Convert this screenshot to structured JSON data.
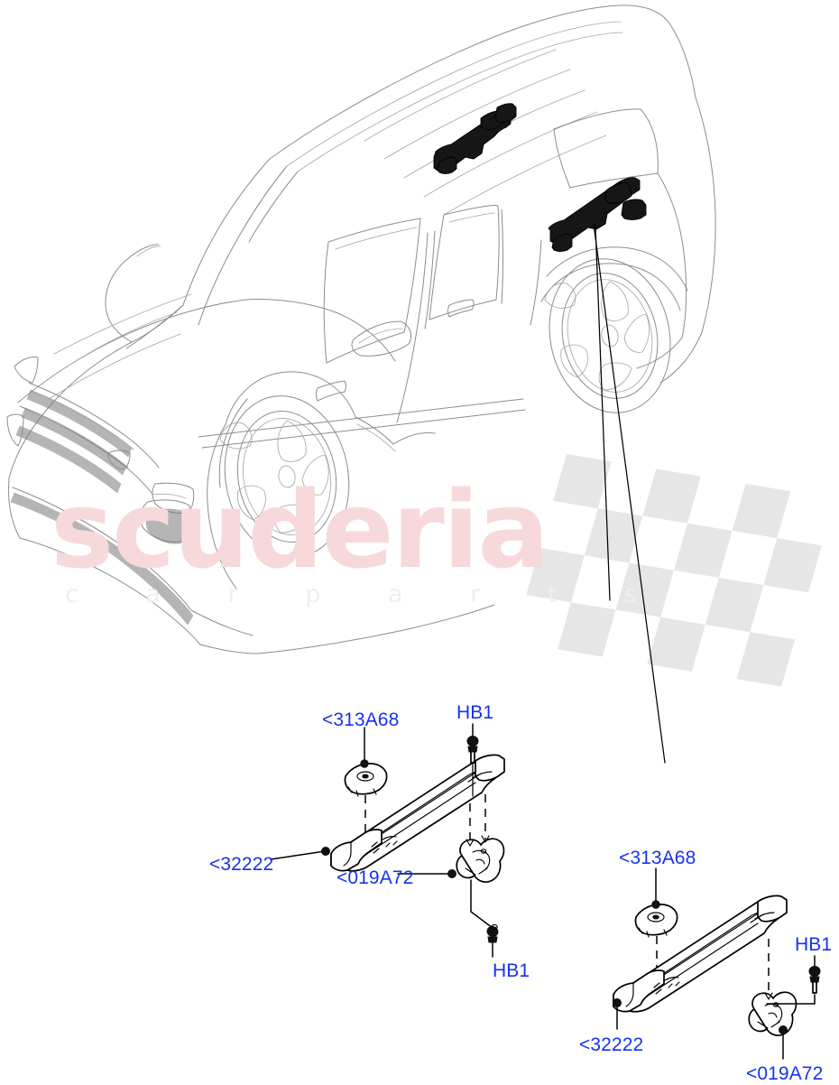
{
  "document": {
    "type": "vehicle-parts-exploded-diagram",
    "subject": "Roof rails / roof rack cross member mounting",
    "line_color": "#8d8d8d",
    "label_color": "#1533ef",
    "background": "#ffffff"
  },
  "watermark": {
    "brand_line1": "scuderia",
    "brand_line2": "c a r   p a r t s",
    "brand_color": "#f7d9dc",
    "sub_color": "#efefef",
    "flag_color": "#e6e6e6",
    "flag_name": "checkered-flag"
  },
  "vehicle": {
    "name": "Land Rover Discovery Sport",
    "view": "front three-quarter",
    "highlighted_parts": [
      "front roof rail assembly",
      "rear roof rail assembly"
    ]
  },
  "callouts": [
    {
      "id": "a-313a68",
      "text": "<313A68",
      "part": "grommet-cap",
      "assembly": "left"
    },
    {
      "id": "a-hb1",
      "text": "HB1",
      "part": "bolt",
      "assembly": "left"
    },
    {
      "id": "a-32222",
      "text": "<32222",
      "part": "roof-rail",
      "assembly": "left"
    },
    {
      "id": "a-019a72",
      "text": "<019A72",
      "part": "mounting-bracket",
      "assembly": "left"
    },
    {
      "id": "b-hb1",
      "text": "HB1",
      "part": "bolt",
      "assembly": "left"
    },
    {
      "id": "c-313a68",
      "text": "<313A68",
      "part": "grommet-cap",
      "assembly": "right"
    },
    {
      "id": "c-hb1",
      "text": "HB1",
      "part": "bolt",
      "assembly": "right"
    },
    {
      "id": "c-32222",
      "text": "<32222",
      "part": "roof-rail",
      "assembly": "right"
    },
    {
      "id": "c-019a72",
      "text": "<019A72",
      "part": "mounting-bracket",
      "assembly": "right"
    }
  ],
  "labels": {
    "p313a68_a": "<313A68",
    "hb1_a": "HB1",
    "p32222_a": "<32222",
    "p019a72_a": "<019A72",
    "hb1_b": "HB1",
    "p313a68_b": "<313A68",
    "hb1_c": "HB1",
    "p32222_b": "<32222",
    "p019a72_b": "<019A72"
  }
}
